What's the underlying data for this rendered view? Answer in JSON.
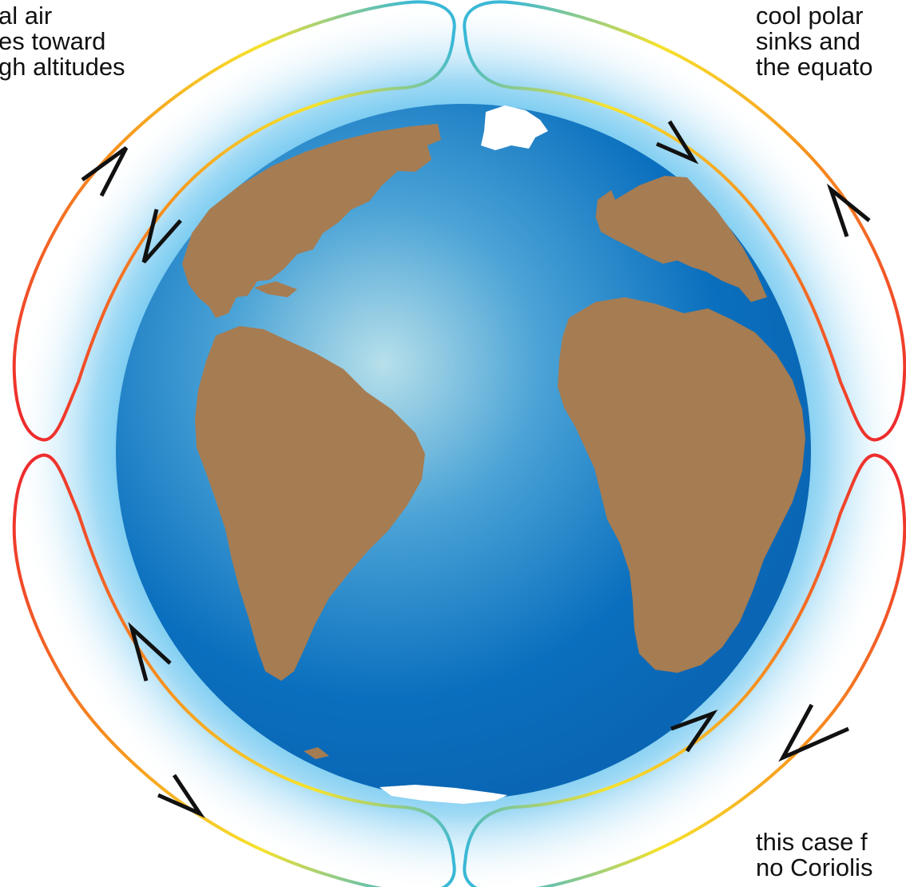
{
  "captions": {
    "top_left": {
      "lines": [
        "al air",
        "es toward",
        "gh altitudes"
      ]
    },
    "top_right": {
      "lines": [
        "cool polar",
        "sinks and",
        "the equato"
      ]
    },
    "bottom_right": {
      "lines": [
        "this case f",
        "no Coriolis"
      ]
    }
  },
  "colors": {
    "ocean_light": "#b7e0ea",
    "ocean_deep": "#0a6fbe",
    "land": "#a67c52",
    "ice": "#ffffff",
    "atmosphere_glow": "#58c3ee",
    "loop_hot": "#ee2a2e",
    "loop_warm": "#f7941d",
    "loop_mild": "#f6e22d",
    "loop_cool": "#3ab8d6",
    "arrowhead": "#111111"
  },
  "icons": [
    "globe",
    "circulation-cell-loop",
    "flow-arrowhead"
  ]
}
